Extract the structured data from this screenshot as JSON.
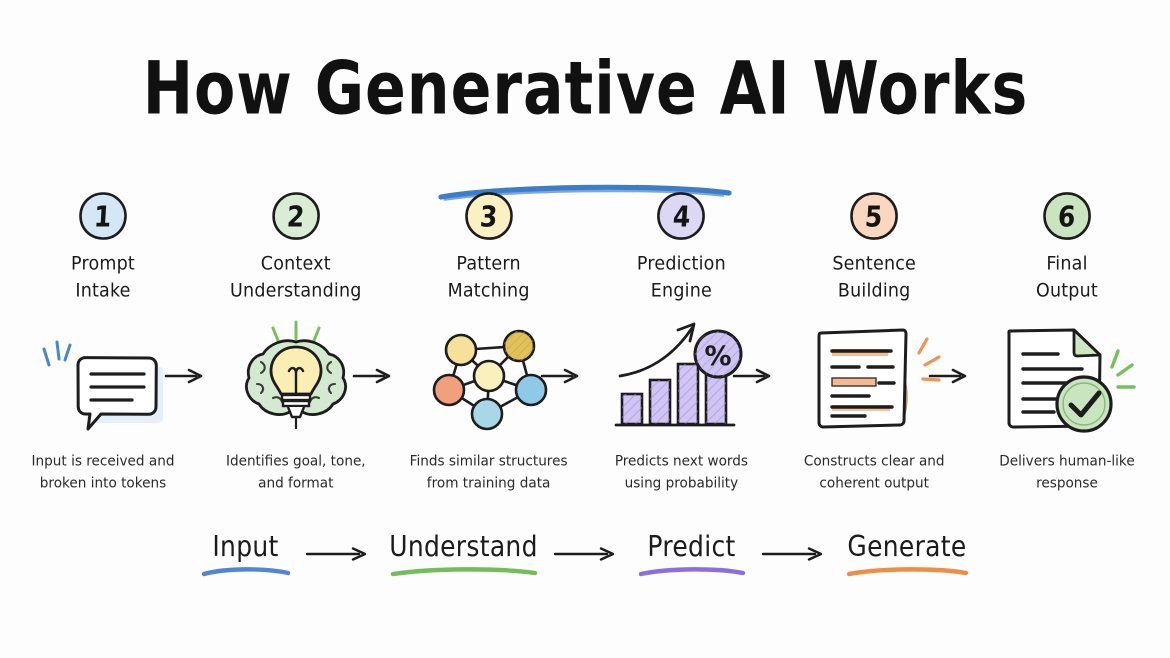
{
  "page": {
    "title": "How Generative AI Works",
    "background_color": "#fdfdfd",
    "title_underline_color": "#3d7cc9",
    "ink_color": "#1a1a1a"
  },
  "steps": [
    {
      "number": "1",
      "title_line1": "Prompt",
      "title_line2": "Intake",
      "badge_color": "#d4e7f6",
      "icon": "speech-bubble-icon",
      "accent_color": "#4a86c8",
      "caption_line1": "Input is received and",
      "caption_line2": "broken into tokens"
    },
    {
      "number": "2",
      "title_line1": "Context",
      "title_line2": "Understanding",
      "badge_color": "#d8edd3",
      "icon": "brain-lightbulb-icon",
      "accent_color": "#79bf5e",
      "caption_line1": "Identifies goal, tone,",
      "caption_line2": "and format"
    },
    {
      "number": "3",
      "title_line1": "Pattern",
      "title_line2": "Matching",
      "badge_color": "#fbf0c4",
      "icon": "node-network-icon",
      "accent_color": "#e8c95a",
      "caption_line1": "Finds similar structures",
      "caption_line2": "from training data"
    },
    {
      "number": "4",
      "title_line1": "Prediction",
      "title_line2": "Engine",
      "badge_color": "#dcd7f5",
      "icon": "bar-chart-percent-icon",
      "accent_color": "#a798e8",
      "caption_line1": "Predicts next words",
      "caption_line2": "using probability"
    },
    {
      "number": "5",
      "title_line1": "Sentence",
      "title_line2": "Building",
      "badge_color": "#fad7bf",
      "icon": "document-highlight-icon",
      "accent_color": "#ef9354",
      "caption_line1": "Constructs clear and",
      "caption_line2": "coherent output"
    },
    {
      "number": "6",
      "title_line1": "Final",
      "title_line2": "Output",
      "badge_color": "#c9e5bf",
      "icon": "document-check-icon",
      "accent_color": "#79bf5e",
      "caption_line1": "Delivers human-like",
      "caption_line2": "response"
    }
  ],
  "summary": {
    "items": [
      {
        "label": "Input",
        "underline_color": "#4f86d6"
      },
      {
        "label": "Understand",
        "underline_color": "#74bd58"
      },
      {
        "label": "Predict",
        "underline_color": "#8b6fe0"
      },
      {
        "label": "Generate",
        "underline_color": "#ee8d43"
      }
    ],
    "arrow": "arrow-right-icon"
  },
  "icon_details": {
    "node_network_colors": [
      "#f7e09a",
      "#e0c15a",
      "#faf0bd",
      "#f0a07c",
      "#8fc9e8",
      "#a8d8e8"
    ],
    "bar_chart_bars": [
      4,
      4,
      4,
      4
    ],
    "percent_symbol": "%"
  }
}
